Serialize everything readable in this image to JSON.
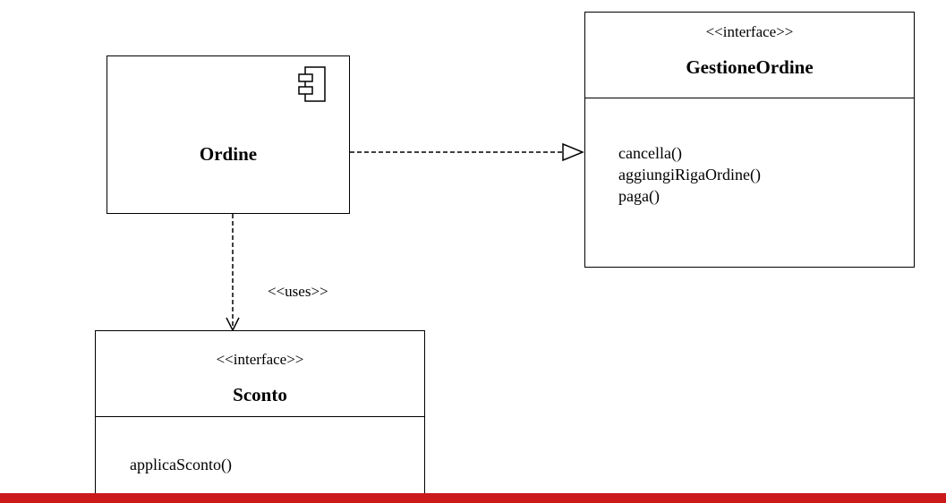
{
  "diagram": {
    "ordine": {
      "name": "Ordine",
      "icon": "component-icon"
    },
    "gestione_ordine": {
      "stereotype": "<<interface>>",
      "name": "GestioneOrdine",
      "operations": [
        "cancella()",
        "aggiungiRigaOrdine()",
        "paga()"
      ]
    },
    "sconto": {
      "stereotype": "<<interface>>",
      "name": "Sconto",
      "operations": [
        "applicaSconto()"
      ]
    },
    "uses_label": "<<uses>>"
  },
  "colors": {
    "line": "#000000",
    "background": "#ffffff",
    "bottom_bar": "#cc1a1a"
  }
}
